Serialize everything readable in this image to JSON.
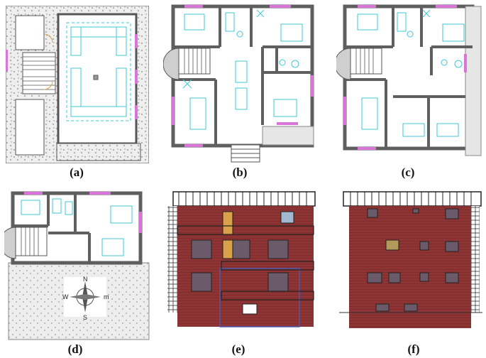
{
  "captions": {
    "a": "(a)",
    "b": "(b)",
    "c": "(c)",
    "d": "(d)",
    "e": "(e)",
    "f": "(f)"
  },
  "compass": {
    "north": "N",
    "south": "S",
    "east": "m",
    "west": "W"
  },
  "colors": {
    "wall": "#5f5f5f",
    "furniture": "#3ec9d6",
    "window": "#d975d9",
    "brick": "#8e3434",
    "frame_blue": "#4a5bb0",
    "gravel": "#d8d8d8",
    "door": "#d9a24a"
  }
}
